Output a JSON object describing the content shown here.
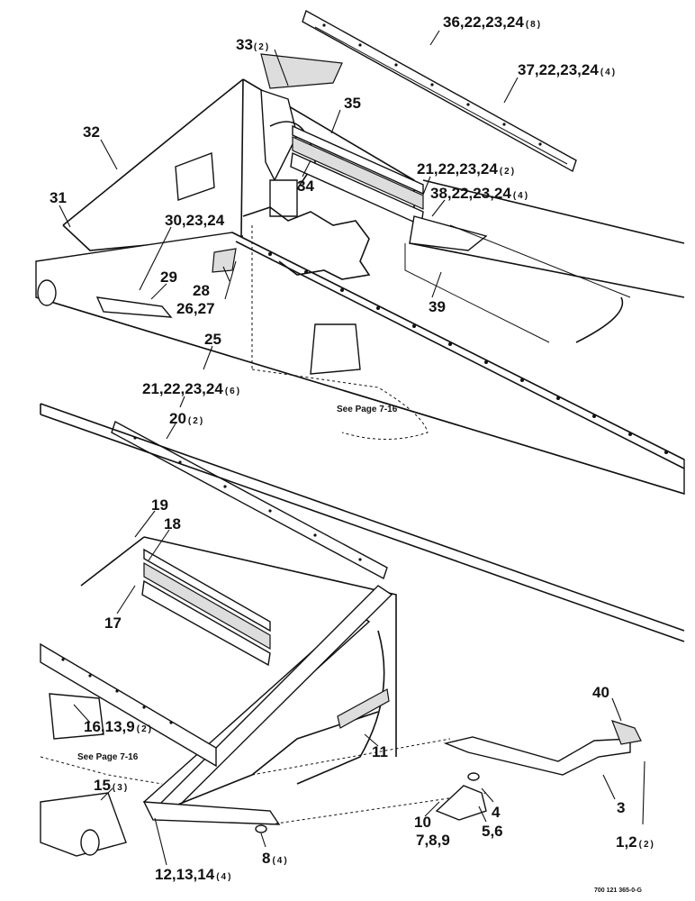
{
  "callouts": [
    {
      "label": "36,22,23,24",
      "qty": "(8)"
    },
    {
      "label": "33",
      "qty": "(2)"
    },
    {
      "label": "37,22,23,24",
      "qty": "(4)"
    },
    {
      "label": "35",
      "qty": ""
    },
    {
      "label": "32",
      "qty": ""
    },
    {
      "label": "21,22,23,24",
      "qty": "(2)"
    },
    {
      "label": "34",
      "qty": ""
    },
    {
      "label": "38,22,23,24",
      "qty": "(4)"
    },
    {
      "label": "31",
      "qty": ""
    },
    {
      "label": "30,23,24",
      "qty": ""
    },
    {
      "label": "29",
      "qty": ""
    },
    {
      "label": "28",
      "qty": ""
    },
    {
      "label": "26,27",
      "qty": ""
    },
    {
      "label": "39",
      "qty": ""
    },
    {
      "label": "25",
      "qty": ""
    },
    {
      "label": "21,22,23,24",
      "qty": "(6)"
    },
    {
      "label": "20",
      "qty": "(2)"
    },
    {
      "label": "19",
      "qty": ""
    },
    {
      "label": "18",
      "qty": ""
    },
    {
      "label": "17",
      "qty": ""
    },
    {
      "label": "40",
      "qty": ""
    },
    {
      "label": "16,13,9",
      "qty": "(2)"
    },
    {
      "label": "11",
      "qty": ""
    },
    {
      "label": "15",
      "qty": "(3)"
    },
    {
      "label": "3",
      "qty": ""
    },
    {
      "label": "4",
      "qty": ""
    },
    {
      "label": "10",
      "qty": ""
    },
    {
      "label": "7,8,9",
      "qty": ""
    },
    {
      "label": "5,6",
      "qty": ""
    },
    {
      "label": "8",
      "qty": "(4)"
    },
    {
      "label": "1,2",
      "qty": "(2)"
    },
    {
      "label": "12,13,14",
      "qty": "(4)"
    }
  ],
  "notes": [
    "See Page 7-16",
    "See Page 7-16"
  ],
  "drawing_code": "700 121 365-0-G"
}
